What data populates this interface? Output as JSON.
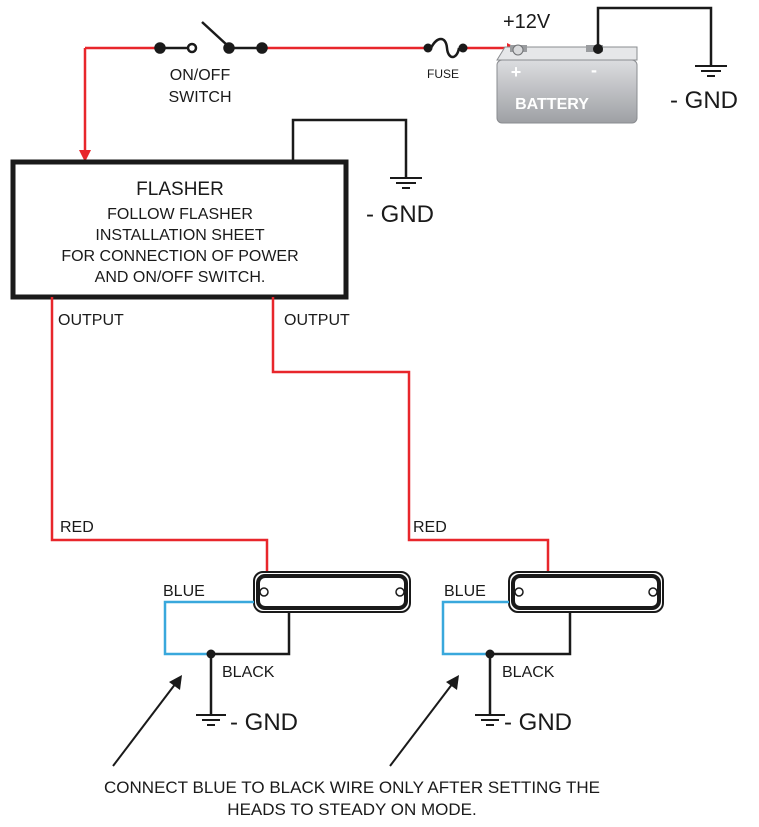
{
  "switch": {
    "label_line1": "ON/OFF",
    "label_line2": "SWITCH"
  },
  "fuse": {
    "label": "FUSE"
  },
  "battery": {
    "voltage_label": "+12V",
    "label": "BATTERY",
    "plus": "+",
    "minus": "-"
  },
  "ground_label": "- GND",
  "flasher": {
    "title": "FLASHER",
    "line1": "FOLLOW FLASHER",
    "line2": "INSTALLATION SHEET",
    "line3": "FOR CONNECTION OF POWER",
    "line4": "AND ON/OFF SWITCH.",
    "output_left": "OUTPUT",
    "output_right": "OUTPUT"
  },
  "wires": {
    "red": "RED",
    "blue": "BLUE",
    "black": "BLACK"
  },
  "note": {
    "line1": "CONNECT BLUE TO BLACK WIRE ONLY AFTER SETTING THE",
    "line2": "HEADS TO STEADY ON MODE."
  },
  "colors": {
    "red_wire": "#e8262b",
    "blue_wire": "#39a8dc",
    "black_wire": "#1a1a1a",
    "battery_body": "#c9cacc"
  }
}
